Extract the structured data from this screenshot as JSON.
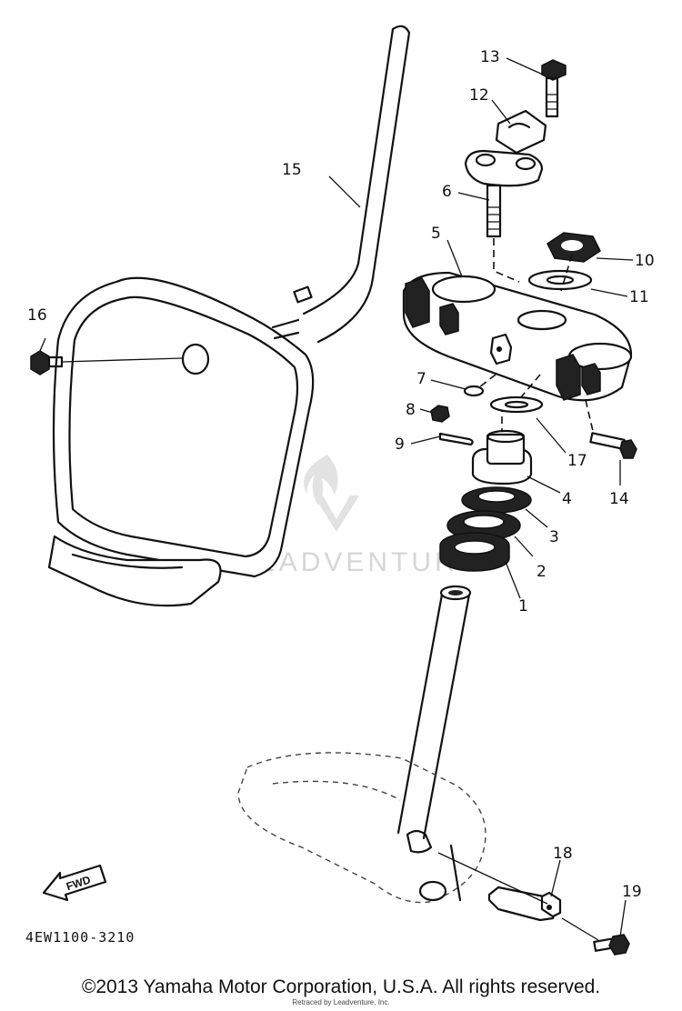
{
  "callouts": {
    "c1": "1",
    "c2": "2",
    "c3": "3",
    "c4": "4",
    "c5": "5",
    "c6": "6",
    "c7": "7",
    "c8": "8",
    "c9": "9",
    "c10": "10",
    "c11": "11",
    "c12": "12",
    "c13": "13",
    "c14": "14",
    "c15": "15",
    "c16": "16",
    "c17": "17",
    "c18": "18",
    "c19": "19"
  },
  "fwd_label": "FWD",
  "diagram_code": "4EW1100-3210",
  "watermark": "LEADVENTURE",
  "copyright": "©2013 Yamaha Motor Corporation, U.S.A. All rights reserved.",
  "retraced_by": "Retraced by Leadventure, Inc."
}
